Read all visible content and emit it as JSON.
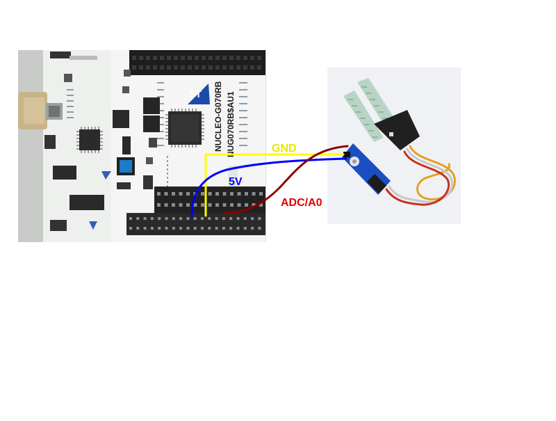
{
  "board": {
    "silk_line1": "NUCLEO-G070RB",
    "silk_line2": "NUG070RB$AU1",
    "logo_text": "ST"
  },
  "wires": [
    {
      "label": "GND",
      "color": "#ffff00",
      "label_color": "#e8e800"
    },
    {
      "label": "5V",
      "color": "#0000ff",
      "label_color": "#0000ff"
    },
    {
      "label": "ADC/A0",
      "color": "#8b0000",
      "label_color": "#e00000"
    }
  ],
  "sensor": {
    "probe_color": "#a8c8b8",
    "board_color": "#1a4fc4",
    "cable_colors": [
      "#e6a020",
      "#c8c8c8",
      "#c83020"
    ]
  }
}
